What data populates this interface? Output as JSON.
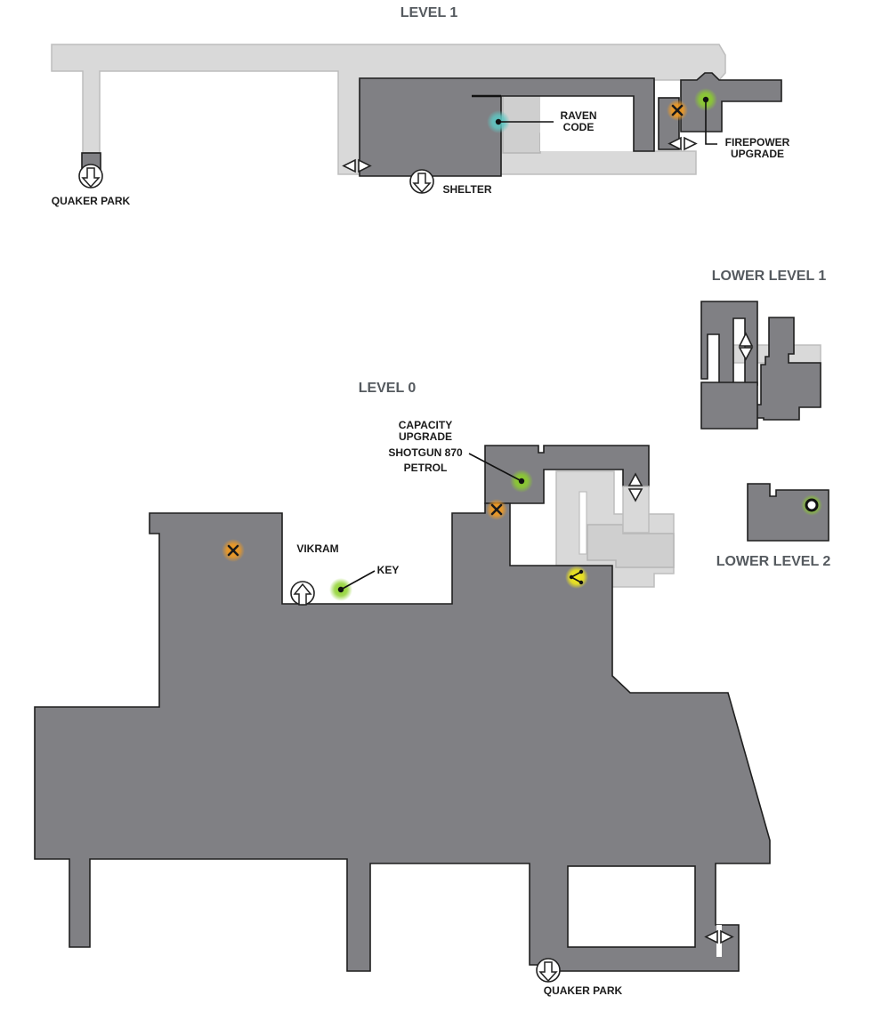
{
  "levels": {
    "level1": "LEVEL 1",
    "level0": "LEVEL 0",
    "lower1": "LOWER LEVEL 1",
    "lower2": "LOWER LEVEL 2"
  },
  "labels": {
    "quaker_park_top": "QUAKER PARK",
    "shelter": "SHELTER",
    "raven_code_1": "RAVEN",
    "raven_code_2": "CODE",
    "firepower_1": "FIREPOWER",
    "firepower_2": "UPGRADE",
    "capacity_1": "CAPACITY",
    "capacity_2": "UPGRADE",
    "shotgun": "SHOTGUN 870",
    "petrol": "PETROL",
    "vikram": "VIKRAM",
    "key": "KEY",
    "quaker_park_bottom": "QUAKER PARK"
  },
  "marker_types": {
    "enemy": {
      "icon": "x-marker-icon",
      "color": "#f29a1f"
    },
    "item": {
      "icon": "item-dot-icon",
      "color": "#8cd02a"
    },
    "code": {
      "icon": "code-dot-icon",
      "color": "#5ec7c3"
    },
    "share": {
      "icon": "share-node-icon",
      "color": "#f2ea1a"
    },
    "ring": {
      "icon": "ring-objective-icon",
      "color": "#8cd02a"
    }
  },
  "colors": {
    "floor": "#808084",
    "other_floor": "#d9d9d9",
    "outline": "#1f1f1f",
    "level_title": "#555a5f"
  }
}
